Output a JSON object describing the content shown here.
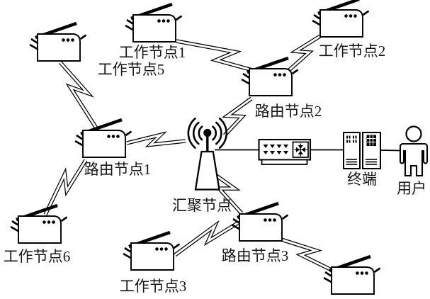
{
  "figure": {
    "type": "network-topology-diagram",
    "background_color": "#ffffff",
    "line_color": "#000000",
    "nodes": [
      {
        "id": "work5",
        "label": "工作节点5",
        "kind": "sensor-node"
      },
      {
        "id": "work1",
        "label": "工作节点1",
        "kind": "sensor-node"
      },
      {
        "id": "work2",
        "label": "工作节点2",
        "kind": "sensor-node"
      },
      {
        "id": "router2",
        "label": "路由节点2",
        "kind": "router-node"
      },
      {
        "id": "router1",
        "label": "路由节点1",
        "kind": "router-node"
      },
      {
        "id": "work6",
        "label": "工作节点6",
        "kind": "sensor-node"
      },
      {
        "id": "work3",
        "label": "工作节点3",
        "kind": "sensor-node"
      },
      {
        "id": "router3",
        "label": "路由节点3",
        "kind": "router-node"
      },
      {
        "id": "work4",
        "label": "",
        "kind": "sensor-node"
      },
      {
        "id": "sink",
        "label": "汇聚节点",
        "kind": "antenna-tower"
      },
      {
        "id": "gateway",
        "label": "",
        "kind": "gateway-device"
      },
      {
        "id": "terminal",
        "label": "终端",
        "kind": "cabinet"
      },
      {
        "id": "user",
        "label": "用户",
        "kind": "person"
      }
    ],
    "wireless_links": [
      [
        "work5",
        "router1"
      ],
      [
        "work1",
        "router2"
      ],
      [
        "work2",
        "router2"
      ],
      [
        "router2",
        "sink"
      ],
      [
        "router1",
        "sink"
      ],
      [
        "work6",
        "router1"
      ],
      [
        "work3",
        "router3"
      ],
      [
        "sink",
        "router3"
      ],
      [
        "router3",
        "work4"
      ]
    ],
    "wired_links": [
      [
        "sink",
        "gateway"
      ],
      [
        "gateway",
        "terminal"
      ],
      [
        "terminal",
        "user"
      ]
    ]
  }
}
